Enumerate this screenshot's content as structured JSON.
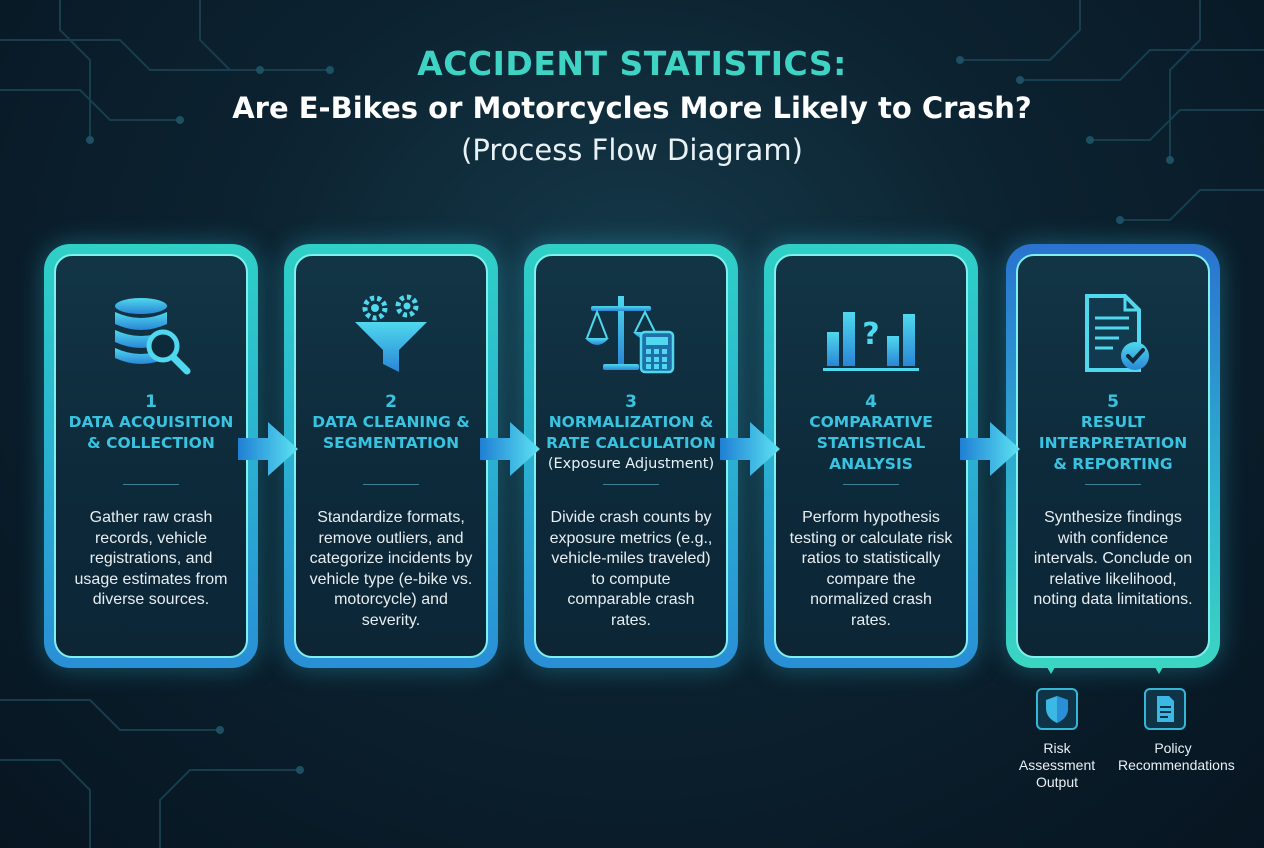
{
  "header": {
    "title_line1": "ACCIDENT STATISTICS:",
    "title_line2": "Are E-Bikes or Motorcycles More Likely to Crash?",
    "title_line3": "(Process Flow Diagram)"
  },
  "steps": [
    {
      "number": "1",
      "title": "DATA ACQUISITION & COLLECTION",
      "subtitle": "",
      "description": "Gather raw crash records, vehicle registrations, and usage estimates from diverse sources.",
      "icon": "database-search-icon"
    },
    {
      "number": "2",
      "title": "DATA CLEANING & SEGMENTATION",
      "subtitle": "",
      "description": "Standardize formats, remove outliers, and categorize incidents by vehicle type (e-bike vs. motorcycle) and severity.",
      "icon": "funnel-gears-icon"
    },
    {
      "number": "3",
      "title": "NORMALIZATION & RATE CALCULATION",
      "subtitle": "(Exposure Adjustment)",
      "description": "Divide crash counts by exposure metrics (e.g., vehicle-miles traveled) to compute comparable crash rates.",
      "icon": "scale-calculator-icon"
    },
    {
      "number": "4",
      "title": "COMPARATIVE STATISTICAL ANALYSIS",
      "subtitle": "",
      "description": "Perform hypothesis testing or calculate risk ratios to statistically compare the normalized crash rates.",
      "icon": "bar-chart-question-icon"
    },
    {
      "number": "5",
      "title": "RESULT INTERPRETATION & REPORTING",
      "subtitle": "",
      "description": "Synthesize findings with confidence intervals. Conclude on relative likelihood, noting data limitations.",
      "icon": "document-check-icon"
    }
  ],
  "outputs": [
    {
      "label": "Risk Assessment Output",
      "icon": "shield-icon"
    },
    {
      "label": "Policy Recommendations",
      "icon": "document-icon"
    }
  ],
  "colors": {
    "accent_teal": "#3fd3c4",
    "accent_blue": "#39c3e0",
    "background": "#0c2230"
  }
}
